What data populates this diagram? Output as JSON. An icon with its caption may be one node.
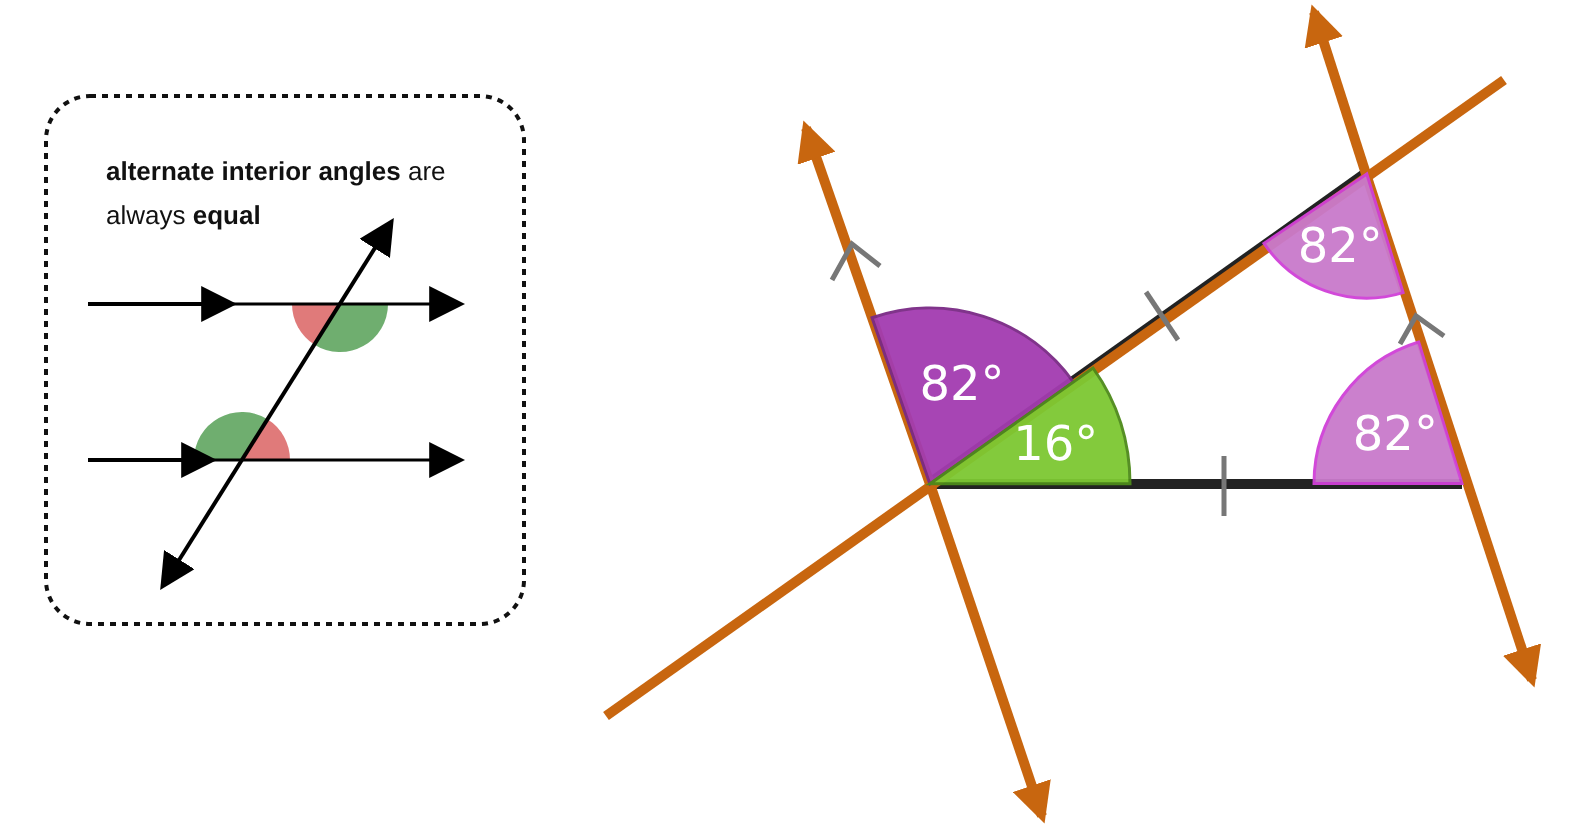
{
  "diagram": {
    "nodes": [
      {
        "text": [
          "**alternate interior angles** are always **equal**"
        ]
      },
      {
        "text": [
          "82°"
        ]
      },
      {
        "text": [
          "16°"
        ]
      },
      {
        "text": [
          "82°"
        ]
      },
      {
        "text": [
          "82°"
        ]
      }
    ],
    "edges": []
  }
}
